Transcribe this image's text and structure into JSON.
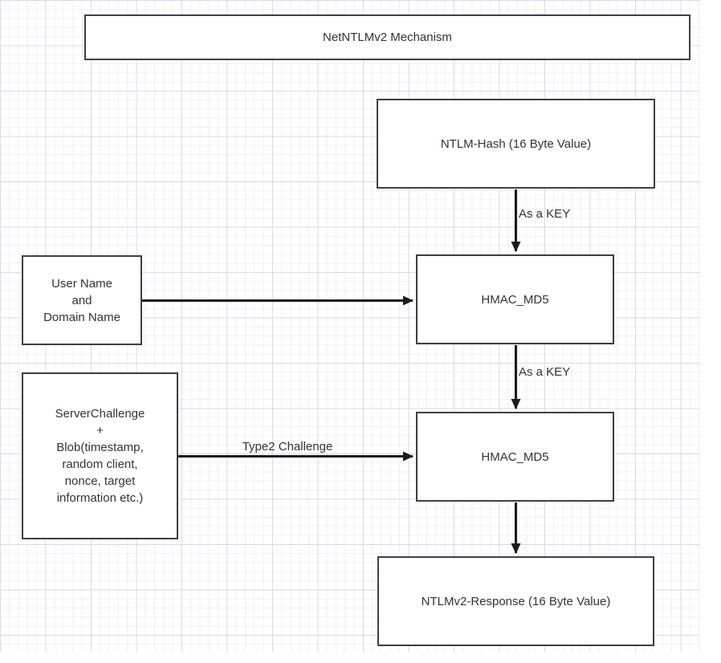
{
  "colors": {
    "box_border": "#3f3f3f",
    "box_fill": "#ffffff",
    "text": "#333333",
    "line": "#1a1a1a",
    "grid_minor": "#f0eef8",
    "grid_major": "#dcd8ee"
  },
  "diagram": {
    "title": "NetNTLMv2 Mechanism",
    "nodes": {
      "ntlm_hash": "NTLM-Hash (16 Byte Value)",
      "username": "User Name\nand\nDomain Name",
      "hmac1": "HMAC_MD5",
      "server_challenge": "ServerChallenge\n+\nBlob(timestamp,\nrandom client,\nnonce, target\ninformation etc.)",
      "hmac2": "HMAC_MD5",
      "response": "NTLMv2-Response (16 Byte Value)"
    },
    "edge_labels": {
      "as_a_key_1": "As a KEY",
      "as_a_key_2": "As a KEY",
      "type2_challenge": "Type2 Challenge"
    }
  }
}
